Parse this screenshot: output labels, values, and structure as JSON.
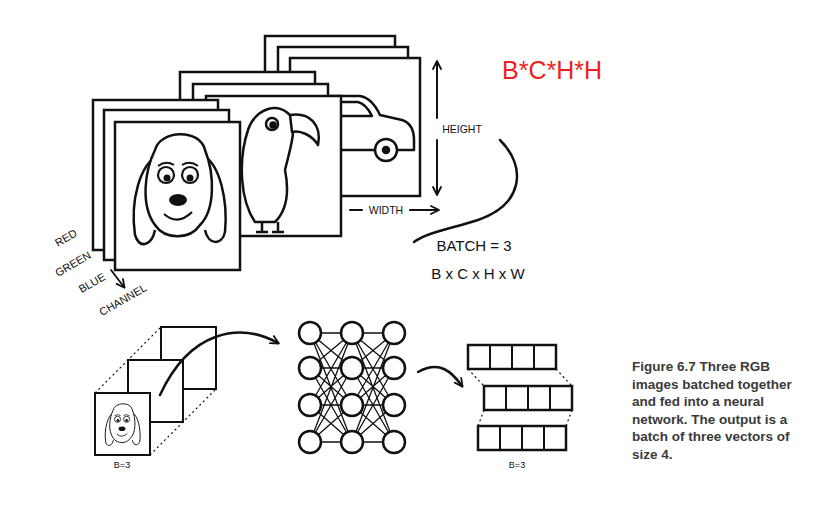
{
  "diagram": {
    "caption": "Figure 6.7 Three RGB images batched together and fed into a neural network. The output is a batch of three vectors of size 4.",
    "labels": [
      "B*C*H*H",
      "HEIGHT",
      "WIDTH",
      "RED",
      "GREEN",
      "BLUE",
      "CHANNEL",
      "BATCH = 3",
      "B x C x H x W",
      "B=3",
      "B=3"
    ]
  }
}
